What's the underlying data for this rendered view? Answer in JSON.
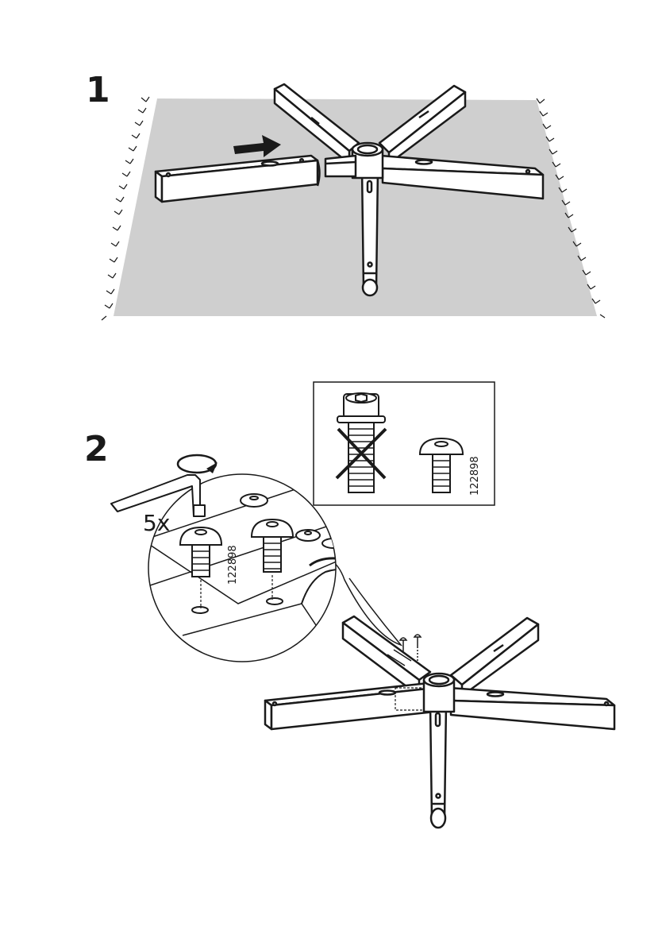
{
  "steps": [
    {
      "number": "1"
    },
    {
      "number": "2"
    }
  ],
  "step2": {
    "quantity_label": "5x",
    "part_number": "122898",
    "inset_part_number": "122898"
  },
  "icons": {
    "arrow": "push-arrow-icon",
    "rotate": "clockwise-rotate-icon",
    "allen_key": "allen-key-icon",
    "wrong_bolt": "crossed-out-bolt-icon",
    "correct_bolt": "bolt-icon"
  },
  "colors": {
    "ink": "#1a1a1a",
    "floor": "#cfcfcf",
    "background": "#ffffff"
  }
}
